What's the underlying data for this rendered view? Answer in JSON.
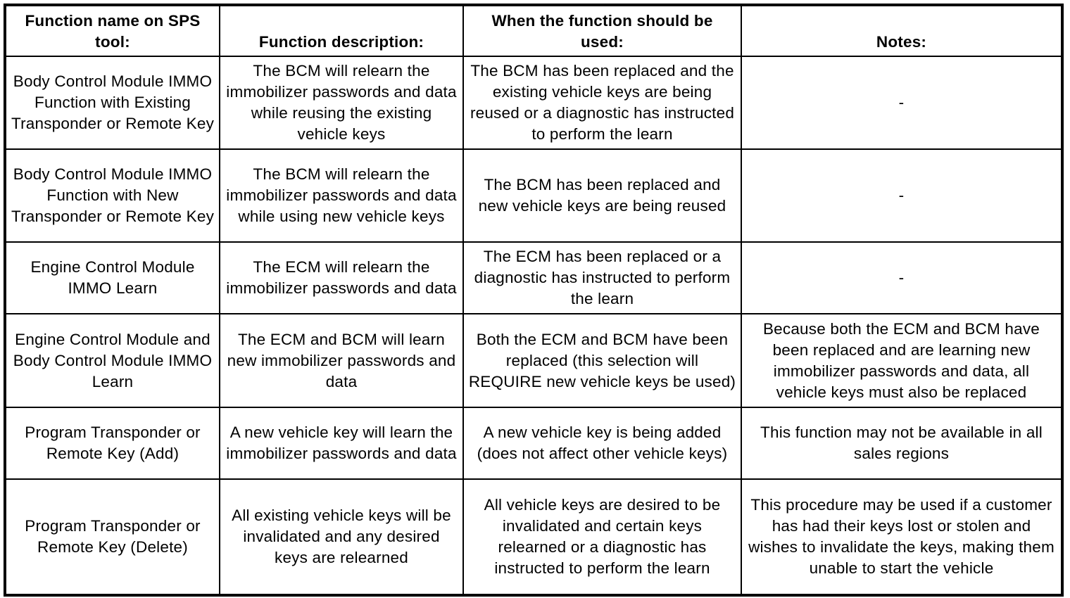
{
  "headers": [
    "Function name on SPS tool:",
    "Function description:",
    "When the function should be used:",
    "Notes:"
  ],
  "rows": [
    {
      "function_name": "Body Control Module IMMO Function with Existing Transponder or Remote Key",
      "description": "The BCM will relearn the immobilizer passwords and data while reusing the existing vehicle keys",
      "when_used": "The BCM has been replaced and the existing vehicle keys are being reused or a diagnostic has instructed to perform the learn",
      "notes": "-"
    },
    {
      "function_name": "Body Control Module IMMO Function with New Transponder or Remote Key",
      "description": "The BCM will relearn the immobilizer passwords and data while using new vehicle keys",
      "when_used": "The BCM has been replaced and new vehicle keys are being reused",
      "notes": "-"
    },
    {
      "function_name": "Engine Control Module IMMO Learn",
      "description": "The ECM will relearn the immobilizer passwords and data",
      "when_used": "The ECM has been replaced or a diagnostic has instructed to perform the learn",
      "notes": "-"
    },
    {
      "function_name": "Engine Control Module and Body Control Module IMMO Learn",
      "description": "The ECM and BCM will learn new immobilizer passwords and data",
      "when_used": "Both the ECM and BCM have been replaced (this selection will REQUIRE new vehicle keys be used)",
      "notes": "Because both the ECM and BCM have been replaced and are learning new immobilizer passwords and data, all vehicle keys must also be replaced"
    },
    {
      "function_name": "Program Transponder or Remote Key (Add)",
      "description": "A new vehicle key will learn the immobilizer passwords and data",
      "when_used": "A new vehicle key is being added (does not affect other vehicle keys)",
      "notes": "This function may not be available in all sales regions"
    },
    {
      "function_name": "Program Transponder or Remote Key (Delete)",
      "description": "All existing vehicle keys will be invalidated and any desired keys are relearned",
      "when_used": "All vehicle keys are desired to be invalidated and certain keys relearned or a diagnostic has instructed to perform the learn",
      "notes": "This procedure may be used if a customer has had their keys lost or stolen and wishes to invalidate the keys, making them unable to start the vehicle"
    }
  ]
}
